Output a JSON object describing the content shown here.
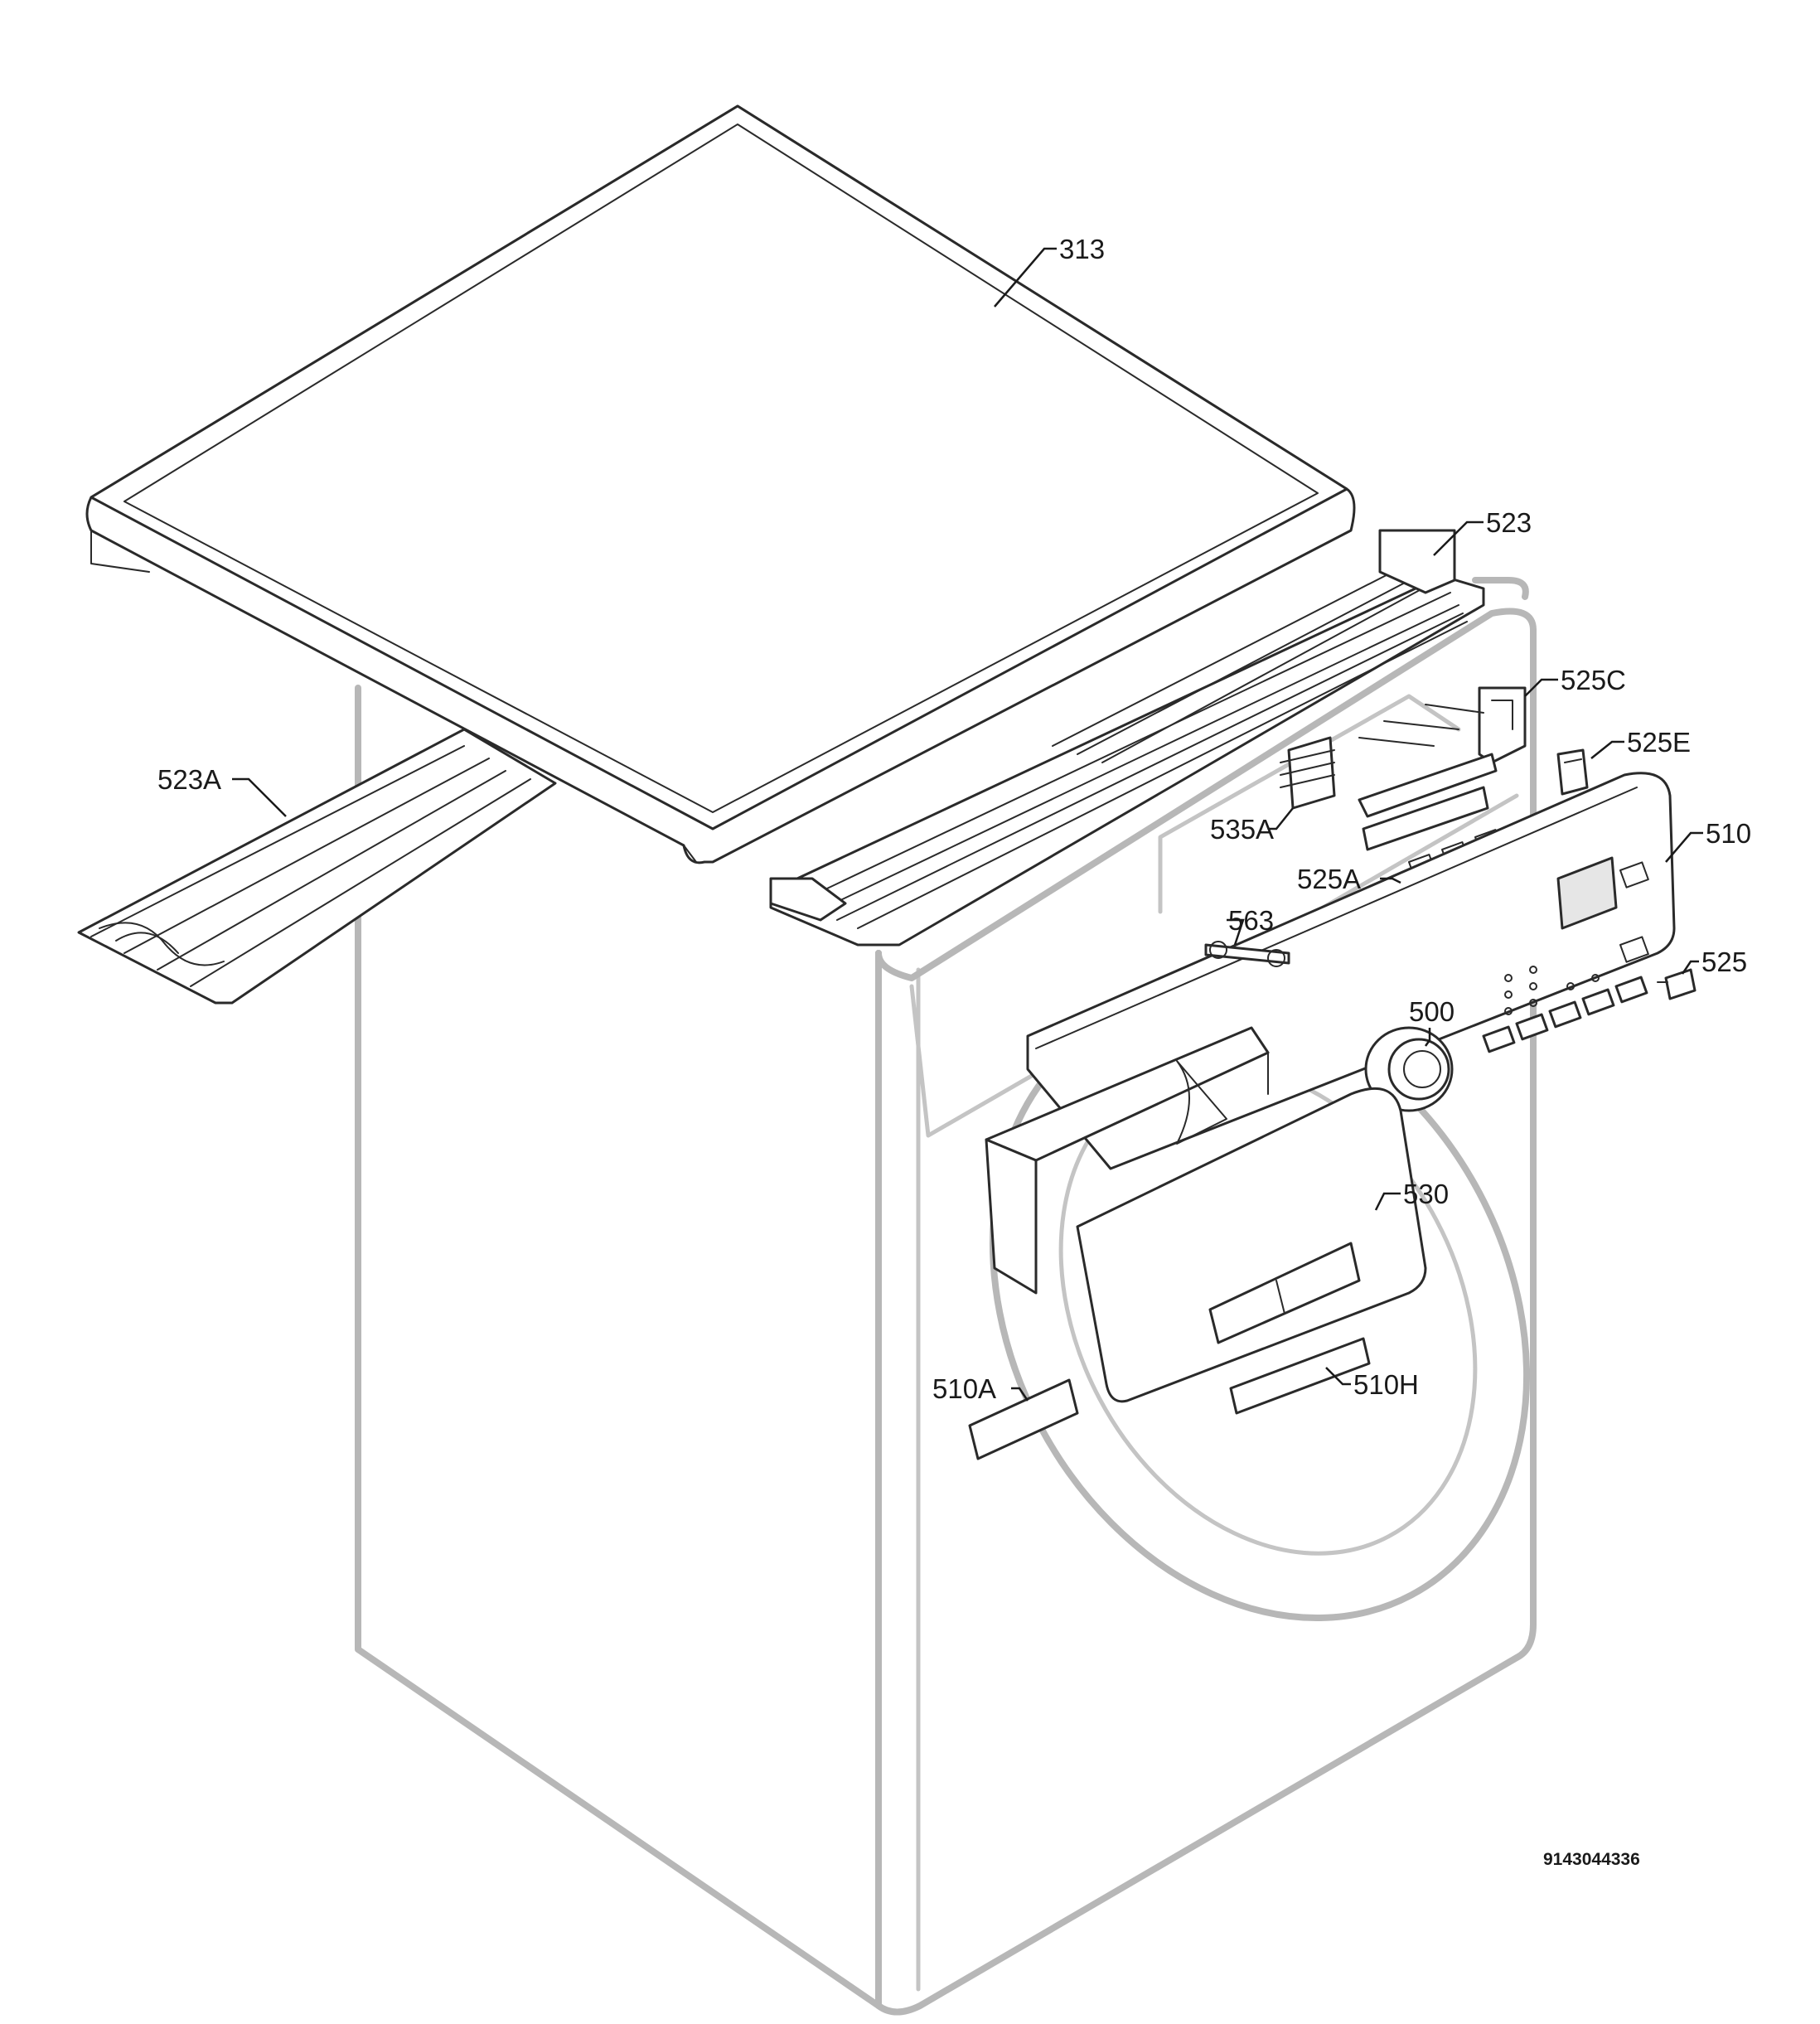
{
  "diagram": {
    "document_number": "9143044336",
    "callouts": [
      {
        "id": "313",
        "label": "313"
      },
      {
        "id": "523",
        "label": "523"
      },
      {
        "id": "525C",
        "label": "525C"
      },
      {
        "id": "525E",
        "label": "525E"
      },
      {
        "id": "523A",
        "label": "523A"
      },
      {
        "id": "535A",
        "label": "535A"
      },
      {
        "id": "510",
        "label": "510"
      },
      {
        "id": "525A",
        "label": "525A"
      },
      {
        "id": "563",
        "label": "563"
      },
      {
        "id": "525",
        "label": "525"
      },
      {
        "id": "500",
        "label": "500"
      },
      {
        "id": "530",
        "label": "530"
      },
      {
        "id": "510A",
        "label": "510A"
      },
      {
        "id": "510H",
        "label": "510H"
      }
    ]
  }
}
